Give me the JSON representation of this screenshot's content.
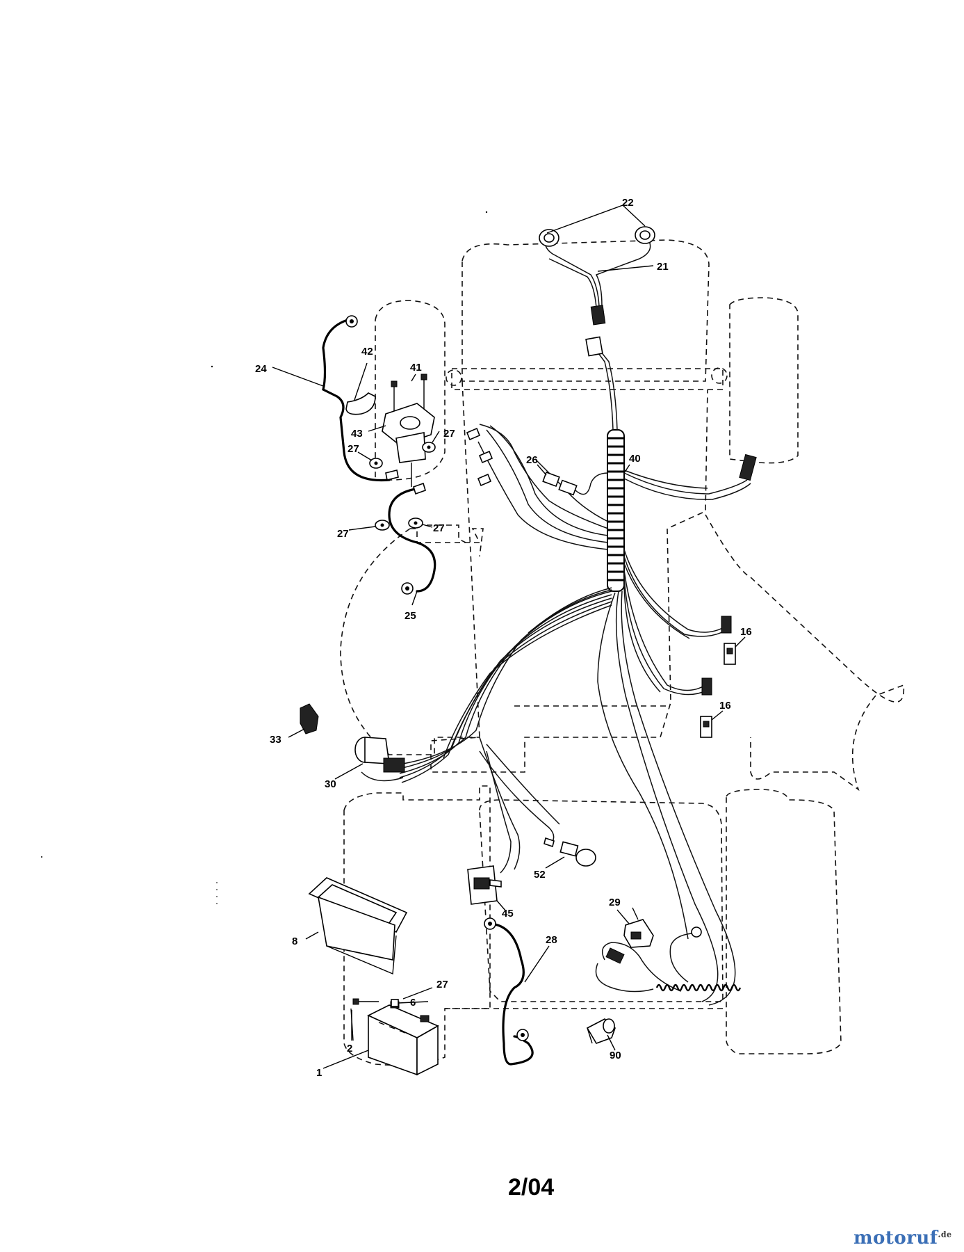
{
  "page_number": "2/04",
  "watermark": {
    "name": "motoruf",
    "suffix": ".de"
  },
  "part_labels": {
    "p1": "1",
    "p2": "2",
    "p6": "6",
    "p8": "8",
    "p16a": "16",
    "p16b": "16",
    "p21": "21",
    "p22": "22",
    "p24": "24",
    "p25": "25",
    "p26": "26",
    "p27a": "27",
    "p27b": "27",
    "p27c": "27",
    "p27d": "27",
    "p27e": "27",
    "p28": "28",
    "p29": "29",
    "p30": "30",
    "p33": "33",
    "p40": "40",
    "p41": "41",
    "p42": "42",
    "p43": "43",
    "p45": "45",
    "p52": "52",
    "p90": "90"
  }
}
